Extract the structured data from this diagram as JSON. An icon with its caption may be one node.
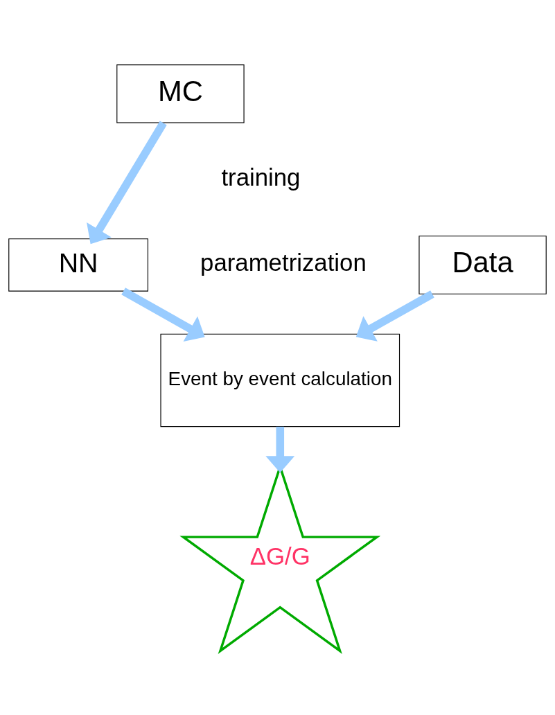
{
  "diagram": {
    "nodes": [
      {
        "text": [
          "MC"
        ]
      },
      {
        "text": [
          "Data"
        ]
      },
      {
        "text": [
          "NN"
        ]
      },
      {
        "text": [
          "Event by event calculation"
        ]
      },
      {
        "text": [
          "ΔG/G"
        ]
      }
    ],
    "edges": [
      {
        "from": 0,
        "to": 2,
        "arrow": "to"
      },
      {
        "from": 2,
        "to": 3,
        "arrow": "to"
      },
      {
        "from": 1,
        "to": 3,
        "arrow": "to"
      },
      {
        "from": 3,
        "to": 4,
        "arrow": "to"
      }
    ],
    "labels": [
      "training",
      "parametrization"
    ]
  }
}
